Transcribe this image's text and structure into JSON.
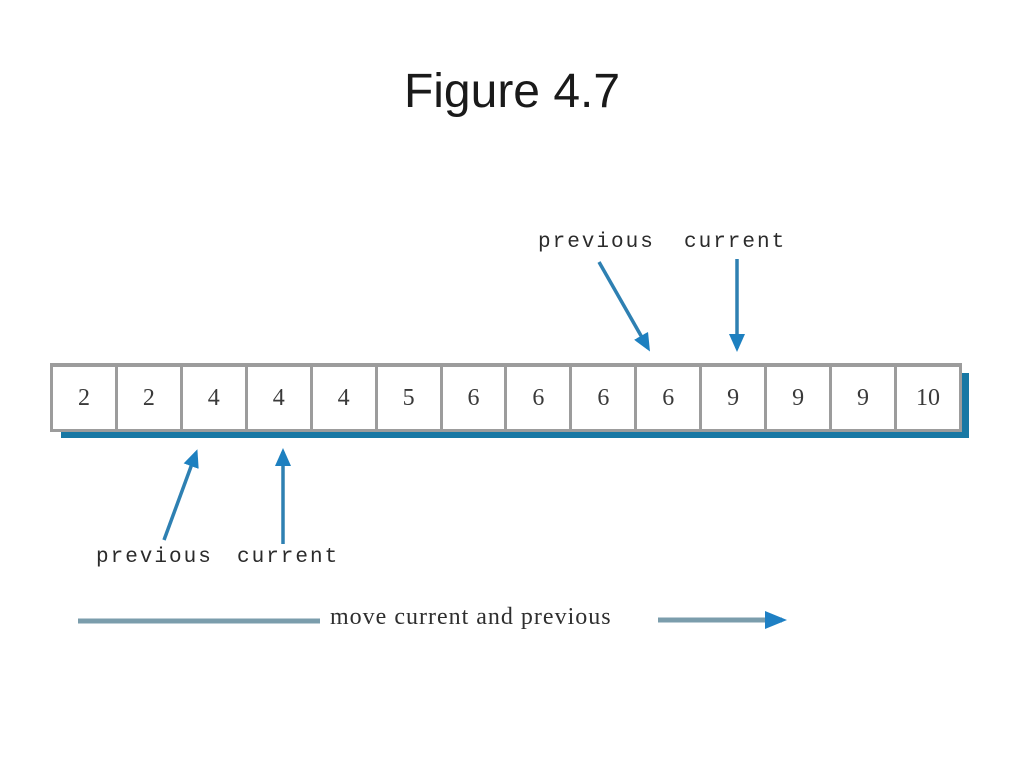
{
  "title": "Figure 4.7",
  "array": {
    "values": [
      "2",
      "2",
      "4",
      "4",
      "4",
      "5",
      "6",
      "6",
      "6",
      "6",
      "9",
      "9",
      "9",
      "10"
    ]
  },
  "pointers": {
    "top": {
      "previous": "previous",
      "current": "current"
    },
    "bottom": {
      "previous": "previous",
      "current": "current"
    }
  },
  "caption": {
    "move": "move current and previous"
  },
  "colors": {
    "pointer_arrow": "#2e80b2",
    "pointer_arrowhead": "#1d80c0",
    "array_shadow": "#1878a4",
    "move_line": "#7b9dac",
    "move_arrowhead": "#1e80c4",
    "cell_border": "#9c9c9c"
  }
}
